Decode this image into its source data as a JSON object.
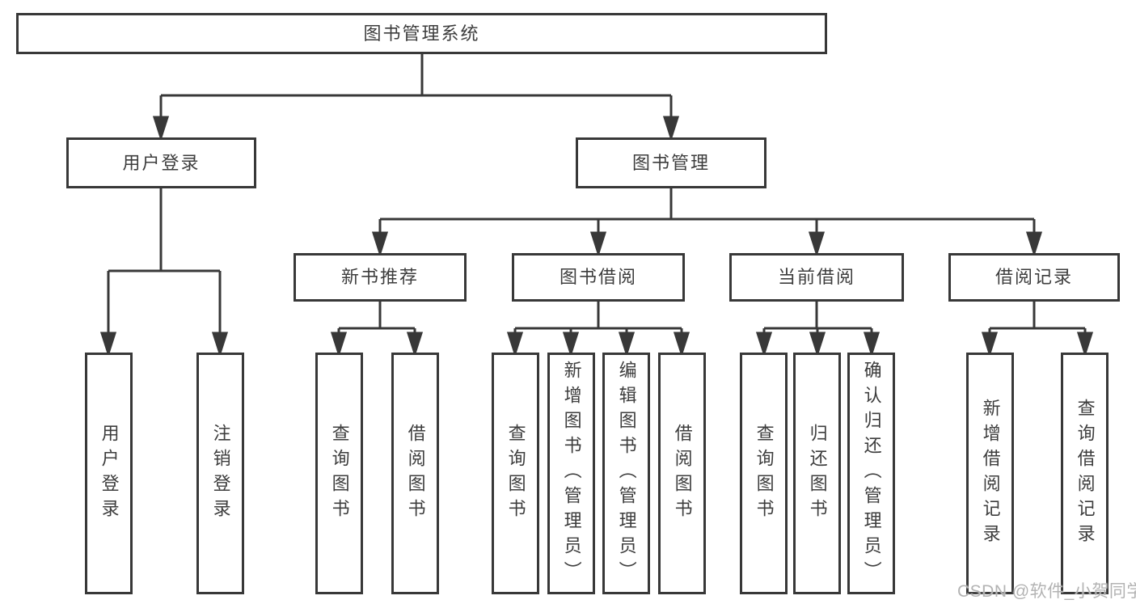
{
  "tree": {
    "root": {
      "label": "图书管理系统"
    },
    "branches": [
      {
        "label": "用户登录",
        "leaves": [
          {
            "label": "用户登录"
          },
          {
            "label": "注销登录"
          }
        ]
      },
      {
        "label": "图书管理",
        "groups": [
          {
            "label": "新书推荐",
            "leaves": [
              {
                "label": "查询图书"
              },
              {
                "label": "借阅图书"
              }
            ]
          },
          {
            "label": "图书借阅",
            "leaves": [
              {
                "label": "查询图书"
              },
              {
                "label": "新增图书（管理员）"
              },
              {
                "label": "编辑图书（管理员）"
              },
              {
                "label": "借阅图书"
              }
            ]
          },
          {
            "label": "当前借阅",
            "leaves": [
              {
                "label": "查询图书"
              },
              {
                "label": "归还图书"
              },
              {
                "label": "确认归还（管理员）"
              }
            ]
          },
          {
            "label": "借阅记录",
            "leaves": [
              {
                "label": "新增借阅记录"
              },
              {
                "label": "查询借阅记录"
              }
            ]
          }
        ]
      }
    ]
  },
  "watermark": {
    "text": "CSDN @软件_小贺同学"
  },
  "colors": {
    "line": "#383838",
    "text": "#3d3d3d",
    "watermark": "#b3b3b3",
    "background": "#ffffff"
  }
}
